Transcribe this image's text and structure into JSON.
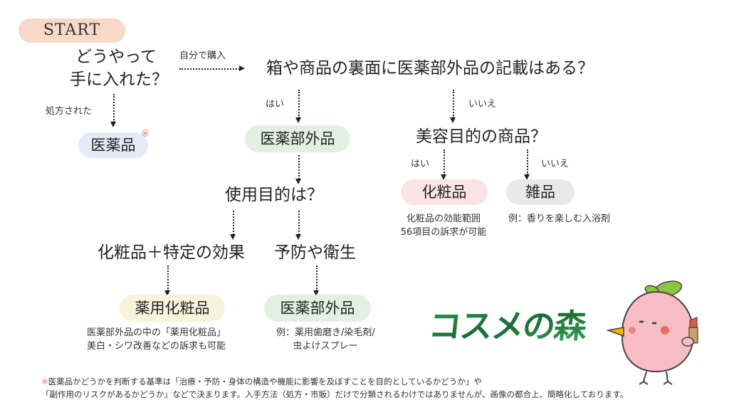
{
  "start": "START",
  "q_how": [
    "どうやって",
    "手に入れた？"
  ],
  "label_self": "自分で購入",
  "label_prescribed": "処方された",
  "q_quasi": "箱や商品の裏面に医薬部外品の記載はある？",
  "label_yes1": "はい",
  "label_no1": "いいえ",
  "node_drug": "医薬品",
  "node_drug_mark": "※",
  "node_quasi1": "医薬部外品",
  "q_purpose": "使用目的は？",
  "opt_cosmetic_effect": "化粧品＋特定の効果",
  "opt_prevent": "予防や衛生",
  "node_med_cosmetic": "薬用化粧品",
  "node_quasi2": "医薬部外品",
  "note_med_cosmetic": [
    "医薬部外品の中の「薬用化粧品」",
    "美白・シワ改善などの訴求も可能"
  ],
  "note_quasi2": [
    "例：薬用歯磨き/染毛剤/",
    "虫よけスプレー"
  ],
  "q_beauty": "美容目的の商品？",
  "label_yes2": "はい",
  "label_no2": "いいえ",
  "node_cosmetic": "化粧品",
  "node_misc": "雑品",
  "note_cosmetic": [
    "化粧品の効能範囲",
    "56項目の訴求が可能"
  ],
  "note_misc": "例：香りを楽しむ入浴剤",
  "logo_text": "コスメの森",
  "footnote_mark": "※",
  "footnote": [
    "医薬品かどうかを判断する基準は「治療・予防・身体の構造や機能に影響を及ぼすことを目的としているかどうか」や",
    "「副作用のリスクがあるかどうか」などで決まります。入手方法（処方・市販）だけで分類されるわけではありませんが、画像の都合上、簡略化しております。"
  ],
  "colors": {
    "start_bg": "#f8d8c7",
    "drug_bg": "#e6eaf8",
    "quasi_bg": "#e3efe3",
    "med_cosmetic_bg": "#f7f3dc",
    "cosmetic_bg": "#fbe3e3",
    "misc_bg": "#e9e9e9",
    "accent": "#e8845a",
    "logo_green": "#1f7a3a"
  },
  "icons": [
    "mascot-peach-bird",
    "lipstick-icon"
  ]
}
